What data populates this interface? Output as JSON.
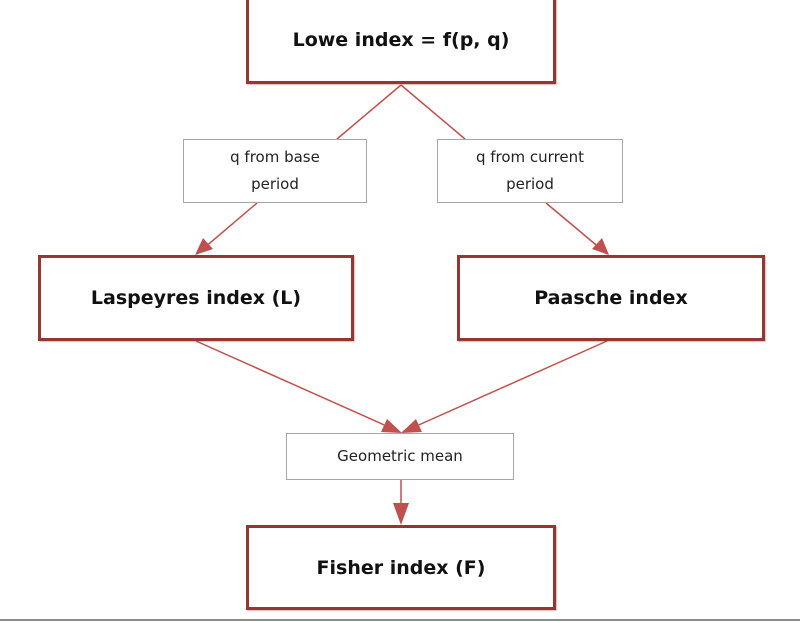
{
  "diagram": {
    "title": "Lowe index to Fisher index derivation",
    "nodes": {
      "lowe": "Lowe index = f(p, q)",
      "base": "q from base period",
      "current": "q from current period",
      "laspeyres": "Laspeyres index (L)",
      "paasche": "Paasche index",
      "geometric_mean": "Geometric mean",
      "fisher": "Fisher index (F)"
    },
    "edges": [
      {
        "from": "lowe",
        "to": "laspeyres",
        "via": "base"
      },
      {
        "from": "lowe",
        "to": "paasche",
        "via": "current"
      },
      {
        "from": "laspeyres",
        "to": "geometric_mean"
      },
      {
        "from": "paasche",
        "to": "geometric_mean"
      },
      {
        "from": "geometric_mean",
        "to": "fisher"
      }
    ],
    "colors": {
      "main_border": "#943634",
      "arrow": "#c0504d",
      "sub_border": "#a6a6a6"
    }
  }
}
